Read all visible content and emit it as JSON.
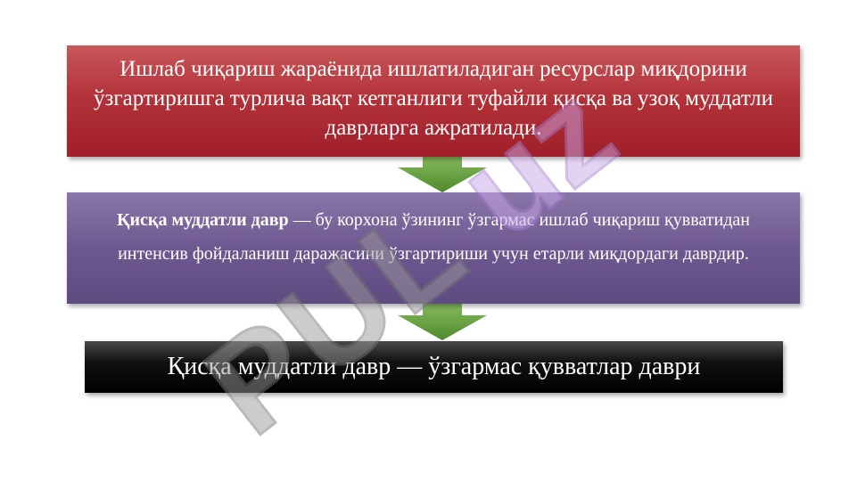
{
  "box1": {
    "text": "Ишлаб чиқариш жараёнида ишлатиладиган ресурслар миқдорини ўзгартиришга турлича вақт кетганлиги туфайли қисқа ва узоқ муддатли даврларга ажратилади."
  },
  "box2": {
    "bold_text": "Қисқа муддатли давр",
    "text": " — бу корхона ўзининг ўзгармас ишлаб чиқариш қувватидан интенсив фойдаланиш даражасини ўзгартириши учун етарли миқдордаги даврдир."
  },
  "box3": {
    "text": "Қисқа муддатли давр — ўзгармас қувватлар даври"
  },
  "watermark": {
    "text": "PUL.uz"
  },
  "colors": {
    "box1": "#b3333a",
    "box2": "#6e5890",
    "box3": "#000000",
    "arrow": "#5f9e3a"
  }
}
